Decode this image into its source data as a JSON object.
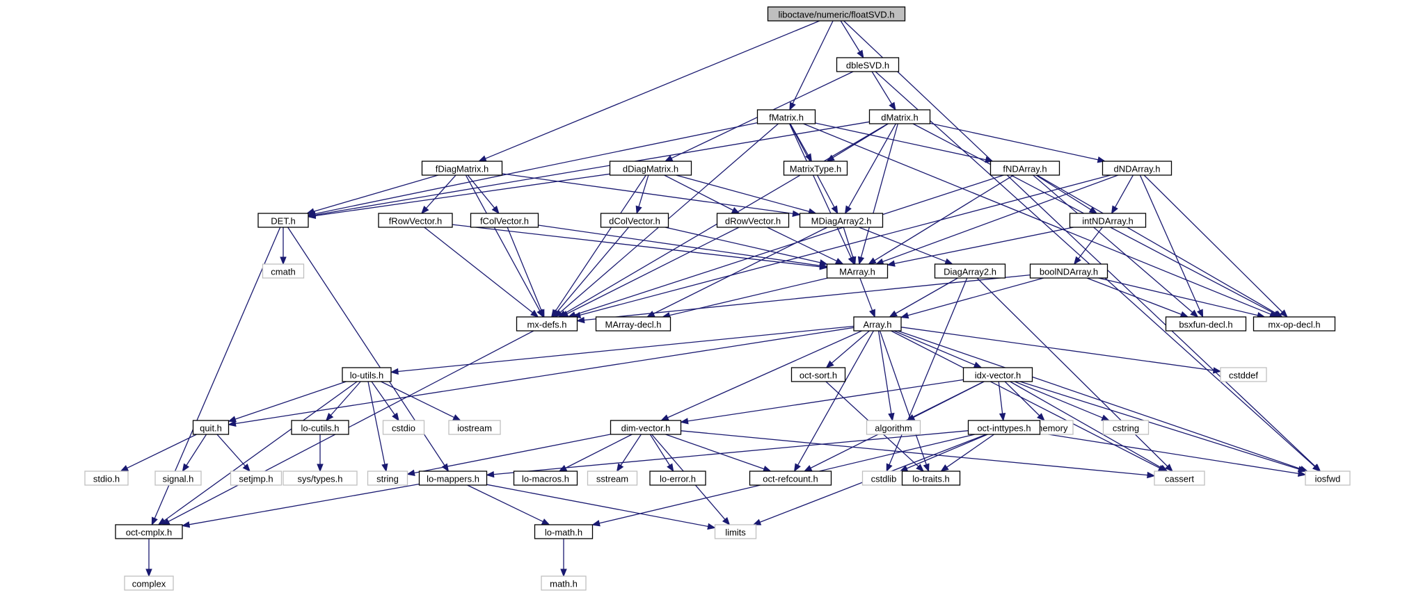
{
  "colors": {
    "edge": "#191970",
    "node_border": "#000000",
    "external_border": "#bfbfbf",
    "external_text": "#808080",
    "root_fill": "#bfbfbf",
    "node_fill": "#ffffff"
  },
  "nodes": [
    {
      "id": "root",
      "label": "liboctave/numeric/floatSVD.h",
      "kind": "root"
    },
    {
      "id": "dbleSVD",
      "label": "dbleSVD.h",
      "kind": "file"
    },
    {
      "id": "fMatrix",
      "label": "fMatrix.h",
      "kind": "file"
    },
    {
      "id": "dMatrix",
      "label": "dMatrix.h",
      "kind": "file"
    },
    {
      "id": "fDiagMatrix",
      "label": "fDiagMatrix.h",
      "kind": "file"
    },
    {
      "id": "dDiagMatrix",
      "label": "dDiagMatrix.h",
      "kind": "file"
    },
    {
      "id": "MatrixType",
      "label": "MatrixType.h",
      "kind": "file"
    },
    {
      "id": "fNDArray",
      "label": "fNDArray.h",
      "kind": "file"
    },
    {
      "id": "dNDArray",
      "label": "dNDArray.h",
      "kind": "file"
    },
    {
      "id": "DET",
      "label": "DET.h",
      "kind": "file"
    },
    {
      "id": "fRowVector",
      "label": "fRowVector.h",
      "kind": "file"
    },
    {
      "id": "fColVector",
      "label": "fColVector.h",
      "kind": "file"
    },
    {
      "id": "dColVector",
      "label": "dColVector.h",
      "kind": "file"
    },
    {
      "id": "dRowVector",
      "label": "dRowVector.h",
      "kind": "file"
    },
    {
      "id": "MDiagArray2",
      "label": "MDiagArray2.h",
      "kind": "file"
    },
    {
      "id": "intNDArray",
      "label": "intNDArray.h",
      "kind": "file"
    },
    {
      "id": "cmath",
      "label": "cmath",
      "kind": "external"
    },
    {
      "id": "MArray",
      "label": "MArray.h",
      "kind": "file"
    },
    {
      "id": "DiagArray2",
      "label": "DiagArray2.h",
      "kind": "file"
    },
    {
      "id": "boolNDArray",
      "label": "boolNDArray.h",
      "kind": "file"
    },
    {
      "id": "mxdefs",
      "label": "mx-defs.h",
      "kind": "file"
    },
    {
      "id": "MArraydecl",
      "label": "MArray-decl.h",
      "kind": "file"
    },
    {
      "id": "bsxfundecl",
      "label": "bsxfun-decl.h",
      "kind": "file"
    },
    {
      "id": "mxopdecl",
      "label": "mx-op-decl.h",
      "kind": "file"
    },
    {
      "id": "Array",
      "label": "Array.h",
      "kind": "file"
    },
    {
      "id": "loutils",
      "label": "lo-utils.h",
      "kind": "file"
    },
    {
      "id": "octsort",
      "label": "oct-sort.h",
      "kind": "file"
    },
    {
      "id": "idxvector",
      "label": "idx-vector.h",
      "kind": "file"
    },
    {
      "id": "cstddef",
      "label": "cstddef",
      "kind": "external"
    },
    {
      "id": "quit",
      "label": "quit.h",
      "kind": "file"
    },
    {
      "id": "locutils",
      "label": "lo-cutils.h",
      "kind": "file"
    },
    {
      "id": "cstdio",
      "label": "cstdio",
      "kind": "external"
    },
    {
      "id": "iostream",
      "label": "iostream",
      "kind": "external"
    },
    {
      "id": "algorithm",
      "label": "algorithm",
      "kind": "external"
    },
    {
      "id": "memory",
      "label": "memory",
      "kind": "external"
    },
    {
      "id": "cstring",
      "label": "cstring",
      "kind": "external"
    },
    {
      "id": "diminvector",
      "label": "dim-vector.h",
      "kind": "file"
    },
    {
      "id": "octinttypes",
      "label": "oct-inttypes.h",
      "kind": "file"
    },
    {
      "id": "stdio",
      "label": "stdio.h",
      "kind": "external"
    },
    {
      "id": "signal",
      "label": "signal.h",
      "kind": "external"
    },
    {
      "id": "setjmp",
      "label": "setjmp.h",
      "kind": "external"
    },
    {
      "id": "systypes",
      "label": "sys/types.h",
      "kind": "external"
    },
    {
      "id": "string",
      "label": "string",
      "kind": "external"
    },
    {
      "id": "lomappers",
      "label": "lo-mappers.h",
      "kind": "file"
    },
    {
      "id": "lomacros",
      "label": "lo-macros.h",
      "kind": "file"
    },
    {
      "id": "sstream",
      "label": "sstream",
      "kind": "external"
    },
    {
      "id": "loerror",
      "label": "lo-error.h",
      "kind": "file"
    },
    {
      "id": "octrefcount",
      "label": "oct-refcount.h",
      "kind": "file"
    },
    {
      "id": "cstdlib",
      "label": "cstdlib",
      "kind": "external"
    },
    {
      "id": "lotraits",
      "label": "lo-traits.h",
      "kind": "file"
    },
    {
      "id": "cassert",
      "label": "cassert",
      "kind": "external"
    },
    {
      "id": "iosfwd",
      "label": "iosfwd",
      "kind": "external"
    },
    {
      "id": "octcmplx",
      "label": "oct-cmplx.h",
      "kind": "file"
    },
    {
      "id": "lomath",
      "label": "lo-math.h",
      "kind": "file"
    },
    {
      "id": "limits",
      "label": "limits",
      "kind": "external"
    },
    {
      "id": "complex",
      "label": "complex",
      "kind": "external"
    },
    {
      "id": "mathh",
      "label": "math.h",
      "kind": "external"
    }
  ],
  "edges": [
    [
      "root",
      "dbleSVD"
    ],
    [
      "root",
      "fMatrix"
    ],
    [
      "root",
      "fDiagMatrix"
    ],
    [
      "root",
      "iosfwd"
    ],
    [
      "dbleSVD",
      "dMatrix"
    ],
    [
      "dbleSVD",
      "dDiagMatrix"
    ],
    [
      "dbleSVD",
      "iosfwd"
    ],
    [
      "fMatrix",
      "DET"
    ],
    [
      "fMatrix",
      "MatrixType"
    ],
    [
      "fMatrix",
      "fNDArray"
    ],
    [
      "fMatrix",
      "MArray"
    ],
    [
      "fMatrix",
      "MDiagArray2"
    ],
    [
      "fMatrix",
      "mxdefs"
    ],
    [
      "fMatrix",
      "mxopdecl"
    ],
    [
      "dMatrix",
      "DET"
    ],
    [
      "dMatrix",
      "MatrixType"
    ],
    [
      "dMatrix",
      "dNDArray"
    ],
    [
      "dMatrix",
      "MArray"
    ],
    [
      "dMatrix",
      "MDiagArray2"
    ],
    [
      "dMatrix",
      "mxdefs"
    ],
    [
      "dMatrix",
      "mxopdecl"
    ],
    [
      "fDiagMatrix",
      "DET"
    ],
    [
      "fDiagMatrix",
      "fRowVector"
    ],
    [
      "fDiagMatrix",
      "fColVector"
    ],
    [
      "fDiagMatrix",
      "MDiagArray2"
    ],
    [
      "fDiagMatrix",
      "mxdefs"
    ],
    [
      "dDiagMatrix",
      "DET"
    ],
    [
      "dDiagMatrix",
      "dColVector"
    ],
    [
      "dDiagMatrix",
      "dRowVector"
    ],
    [
      "dDiagMatrix",
      "MDiagArray2"
    ],
    [
      "dDiagMatrix",
      "mxdefs"
    ],
    [
      "fNDArray",
      "MArray"
    ],
    [
      "fNDArray",
      "intNDArray"
    ],
    [
      "fNDArray",
      "mxdefs"
    ],
    [
      "fNDArray",
      "bsxfundecl"
    ],
    [
      "fNDArray",
      "mxopdecl"
    ],
    [
      "dNDArray",
      "MArray"
    ],
    [
      "dNDArray",
      "intNDArray"
    ],
    [
      "dNDArray",
      "mxdefs"
    ],
    [
      "dNDArray",
      "bsxfundecl"
    ],
    [
      "dNDArray",
      "mxopdecl"
    ],
    [
      "DET",
      "cmath"
    ],
    [
      "DET",
      "octcmplx"
    ],
    [
      "DET",
      "lomappers"
    ],
    [
      "fRowVector",
      "MArray"
    ],
    [
      "fRowVector",
      "mxdefs"
    ],
    [
      "fColVector",
      "MArray"
    ],
    [
      "fColVector",
      "mxdefs"
    ],
    [
      "dColVector",
      "MArray"
    ],
    [
      "dColVector",
      "mxdefs"
    ],
    [
      "dRowVector",
      "MArray"
    ],
    [
      "dRowVector",
      "mxdefs"
    ],
    [
      "MDiagArray2",
      "MArray"
    ],
    [
      "MDiagArray2",
      "DiagArray2"
    ],
    [
      "MDiagArray2",
      "MArraydecl"
    ],
    [
      "intNDArray",
      "MArray"
    ],
    [
      "intNDArray",
      "boolNDArray"
    ],
    [
      "MArray",
      "Array"
    ],
    [
      "MArray",
      "MArraydecl"
    ],
    [
      "DiagArray2",
      "Array"
    ],
    [
      "DiagArray2",
      "cassert"
    ],
    [
      "DiagArray2",
      "cstdlib"
    ],
    [
      "boolNDArray",
      "Array"
    ],
    [
      "boolNDArray",
      "mxdefs"
    ],
    [
      "boolNDArray",
      "bsxfundecl"
    ],
    [
      "boolNDArray",
      "mxopdecl"
    ],
    [
      "mxdefs",
      "octcmplx"
    ],
    [
      "Array",
      "loutils"
    ],
    [
      "Array",
      "octsort"
    ],
    [
      "Array",
      "idxvector"
    ],
    [
      "Array",
      "cstddef"
    ],
    [
      "Array",
      "quit"
    ],
    [
      "Array",
      "algorithm"
    ],
    [
      "Array",
      "diminvector"
    ],
    [
      "Array",
      "octrefcount"
    ],
    [
      "Array",
      "lotraits"
    ],
    [
      "Array",
      "cassert"
    ],
    [
      "Array",
      "iosfwd"
    ],
    [
      "loutils",
      "quit"
    ],
    [
      "loutils",
      "locutils"
    ],
    [
      "loutils",
      "cstdio"
    ],
    [
      "loutils",
      "iostream"
    ],
    [
      "loutils",
      "string"
    ],
    [
      "loutils",
      "octcmplx"
    ],
    [
      "octsort",
      "lotraits"
    ],
    [
      "idxvector",
      "diminvector"
    ],
    [
      "idxvector",
      "octinttypes"
    ],
    [
      "idxvector",
      "algorithm"
    ],
    [
      "idxvector",
      "memory"
    ],
    [
      "idxvector",
      "cstring"
    ],
    [
      "idxvector",
      "cassert"
    ],
    [
      "idxvector",
      "octrefcount"
    ],
    [
      "idxvector",
      "iosfwd"
    ],
    [
      "quit",
      "stdio"
    ],
    [
      "quit",
      "signal"
    ],
    [
      "quit",
      "setjmp"
    ],
    [
      "locutils",
      "systypes"
    ],
    [
      "diminvector",
      "string"
    ],
    [
      "diminvector",
      "lomacros"
    ],
    [
      "diminvector",
      "sstream"
    ],
    [
      "diminvector",
      "loerror"
    ],
    [
      "diminvector",
      "octrefcount"
    ],
    [
      "diminvector",
      "limits"
    ],
    [
      "diminvector",
      "cassert"
    ],
    [
      "octinttypes",
      "lomappers"
    ],
    [
      "octinttypes",
      "cstdlib"
    ],
    [
      "octinttypes",
      "lotraits"
    ],
    [
      "octinttypes",
      "lomath"
    ],
    [
      "octinttypes",
      "limits"
    ],
    [
      "octinttypes",
      "iosfwd"
    ],
    [
      "lomappers",
      "octcmplx"
    ],
    [
      "lomappers",
      "lomath"
    ],
    [
      "lomappers",
      "limits"
    ],
    [
      "octcmplx",
      "complex"
    ],
    [
      "lomath",
      "mathh"
    ]
  ]
}
